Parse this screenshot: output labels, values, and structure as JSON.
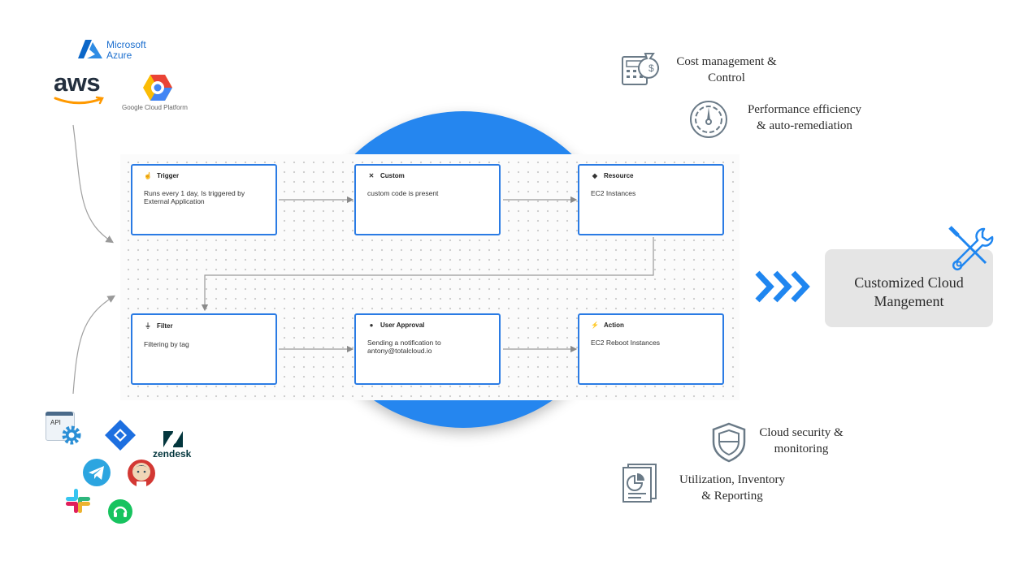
{
  "cloud_providers": {
    "azure": {
      "line1": "Microsoft",
      "line2": "Azure"
    },
    "aws": {
      "label": "aws"
    },
    "gcp": {
      "label": "Google Cloud Platform"
    }
  },
  "workflow": {
    "nodes": [
      {
        "id": "trigger",
        "title": "Trigger",
        "icon": "hand-pointer-icon",
        "body": "Runs every 1 day, Is triggered by External Application"
      },
      {
        "id": "custom",
        "title": "Custom",
        "icon": "tools-icon",
        "body": "custom code is present"
      },
      {
        "id": "resource",
        "title": "Resource",
        "icon": "cube-icon",
        "body": "EC2 Instances"
      },
      {
        "id": "filter",
        "title": "Filter",
        "icon": "funnel-icon",
        "body": "Filtering by tag"
      },
      {
        "id": "approval",
        "title": "User Approval",
        "icon": "users-icon",
        "body": "Sending a notification to antony@totalcloud.io"
      },
      {
        "id": "action",
        "title": "Action",
        "icon": "bolt-icon",
        "body": "EC2 Reboot Instances"
      }
    ]
  },
  "integrations": {
    "api": {
      "label": "API"
    },
    "zendesk": {
      "label": "zendesk"
    }
  },
  "result": {
    "line1": "Customized Cloud",
    "line2": "Mangement"
  },
  "features": {
    "cost": {
      "line1": "Cost management &",
      "line2": "Control"
    },
    "performance": {
      "line1": "Performance efficiency",
      "line2": "& auto-remediation"
    },
    "security": {
      "line1": "Cloud security &",
      "line2": "monitoring"
    },
    "reporting": {
      "line1": "Utilization, Inventory",
      "line2": "& Reporting"
    }
  },
  "colors": {
    "accent": "#2586ef",
    "node_border": "#2a7be4",
    "result_bg": "#e5e5e5",
    "icon_gray": "#6a7a87"
  }
}
